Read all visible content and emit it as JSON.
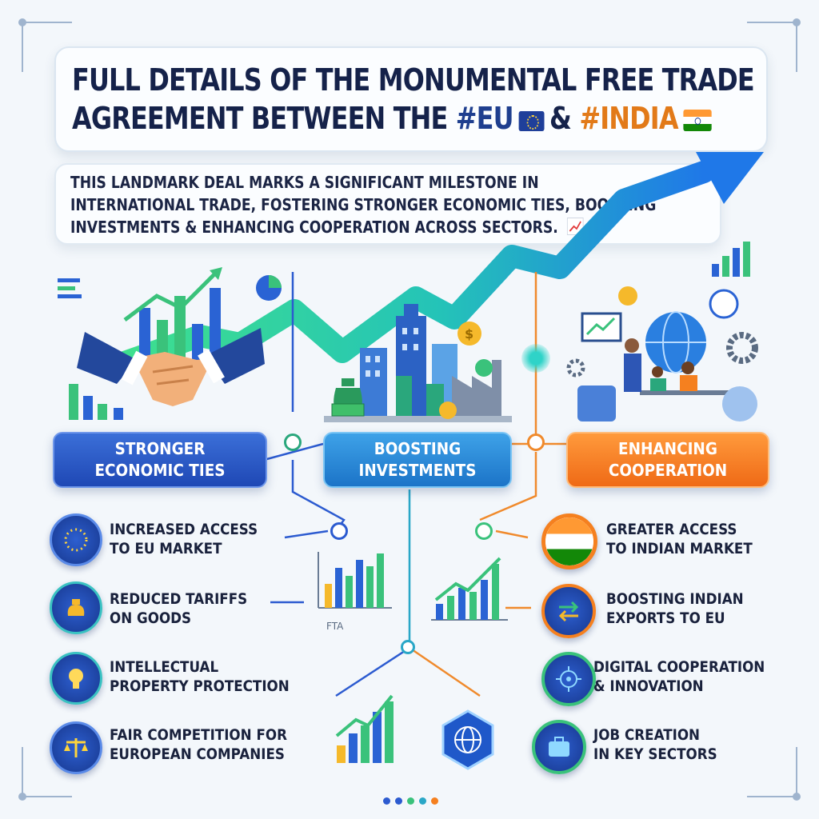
{
  "title": {
    "line1": "FULL DETAILS OF THE MONUMENTAL FREE TRADE",
    "line2_prefix": "AGREEMENT BETWEEN THE",
    "tag_eu": "#EU",
    "amp": "&",
    "tag_india": "#INDIA"
  },
  "intro": {
    "line1": "THIS LANDMARK DEAL MARKS A SIGNIFICANT MILESTONE IN",
    "line2": "INTERNATIONAL TRADE, FOSTERING STRONGER ECONOMIC TIES, BOOSTING",
    "line3": "INVESTMENTS & ENHANCING COOPERATION ACROSS SECTORS."
  },
  "pillars": [
    {
      "line1": "STRONGER",
      "line2": "ECONOMIC TIES",
      "color": "#2455c3"
    },
    {
      "line1": "BOOSTING",
      "line2": "INVESTMENTS",
      "color": "#2a88d8"
    },
    {
      "line1": "ENHANCING",
      "line2": "COOPERATION",
      "color": "#f5801f"
    }
  ],
  "eu_benefits": [
    {
      "line1": "INCREASED ACCESS",
      "line2": "TO EU MARKET",
      "icon": "eu-stars-icon"
    },
    {
      "line1": "REDUCED TARIFFS",
      "line2": "ON GOODS",
      "icon": "money-bag-icon"
    },
    {
      "line1": "INTELLECTUAL",
      "line2": "PROPERTY PROTECTION",
      "icon": "lightbulb-icon"
    },
    {
      "line1": "FAIR COMPETITION FOR",
      "line2": "EUROPEAN COMPANIES",
      "icon": "scales-icon"
    }
  ],
  "india_benefits": [
    {
      "line1": "GREATER ACCESS",
      "line2": "TO INDIAN MARKET",
      "icon": "india-flag-icon"
    },
    {
      "line1": "BOOSTING INDIAN",
      "line2": "EXPORTS TO EU",
      "icon": "exchange-arrows-icon"
    },
    {
      "line1": "DIGITAL COOPERATION",
      "line2": "& INNOVATION",
      "icon": "circuit-brain-icon"
    },
    {
      "line1": "JOB CREATION",
      "line2": "IN KEY SECTORS",
      "icon": "briefcase-icon"
    }
  ],
  "chart_label": "FTA",
  "colors": {
    "navy": "#15224a",
    "eu_blue": "#1f3f8f",
    "india_orange": "#e27a19",
    "trend_green": "#2fd37a",
    "trend_blue": "#2a7fe0"
  }
}
